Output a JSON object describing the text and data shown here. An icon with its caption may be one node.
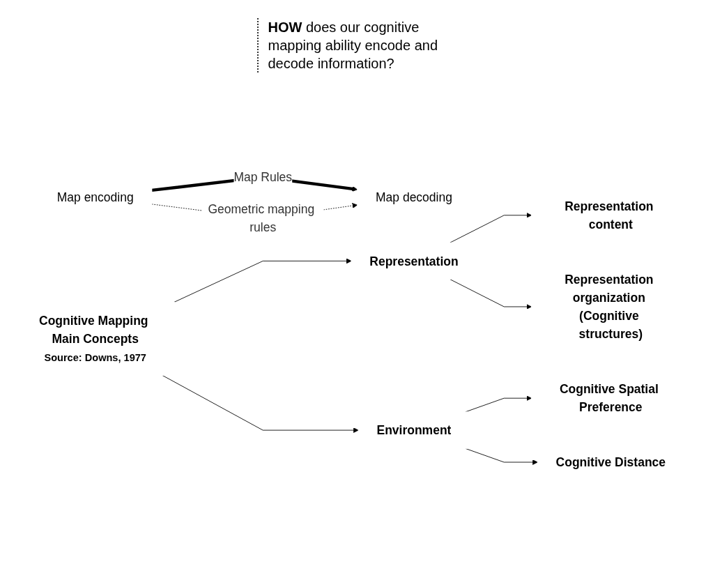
{
  "diagram": {
    "nodes": [
      {
        "text": [
          "Map encoding"
        ]
      },
      {
        "text": [
          "Map decoding"
        ]
      },
      {
        "text": [
          "Cognitive Mapping Main Concepts",
          "Source: Downs, 1977"
        ]
      },
      {
        "text": [
          "Representation"
        ]
      },
      {
        "text": [
          "Environment"
        ]
      },
      {
        "text": [
          "Representation content"
        ]
      },
      {
        "text": [
          "Representation organization (Cognitive structures)"
        ]
      },
      {
        "text": [
          "Cognitive Spatial Preference"
        ]
      },
      {
        "text": [
          "Cognitive Distance"
        ]
      }
    ],
    "edges": [
      {
        "from": 0,
        "to": 1,
        "arrow": "to",
        "label": "Map Rules",
        "style": "thick"
      },
      {
        "from": 0,
        "to": 1,
        "arrow": "to",
        "label": "Geometric mapping rules",
        "style": "dashed"
      },
      {
        "from": 2,
        "to": 3,
        "arrow": "to"
      },
      {
        "from": 2,
        "to": 4,
        "arrow": "to"
      },
      {
        "from": 3,
        "to": 5,
        "arrow": "to"
      },
      {
        "from": 3,
        "to": 6,
        "arrow": "to"
      },
      {
        "from": 4,
        "to": 7,
        "arrow": "to"
      },
      {
        "from": 4,
        "to": 8,
        "arrow": "to"
      }
    ],
    "labels": [
      "**HOW** does our cognitive mapping ability encode and decode information?"
    ]
  }
}
